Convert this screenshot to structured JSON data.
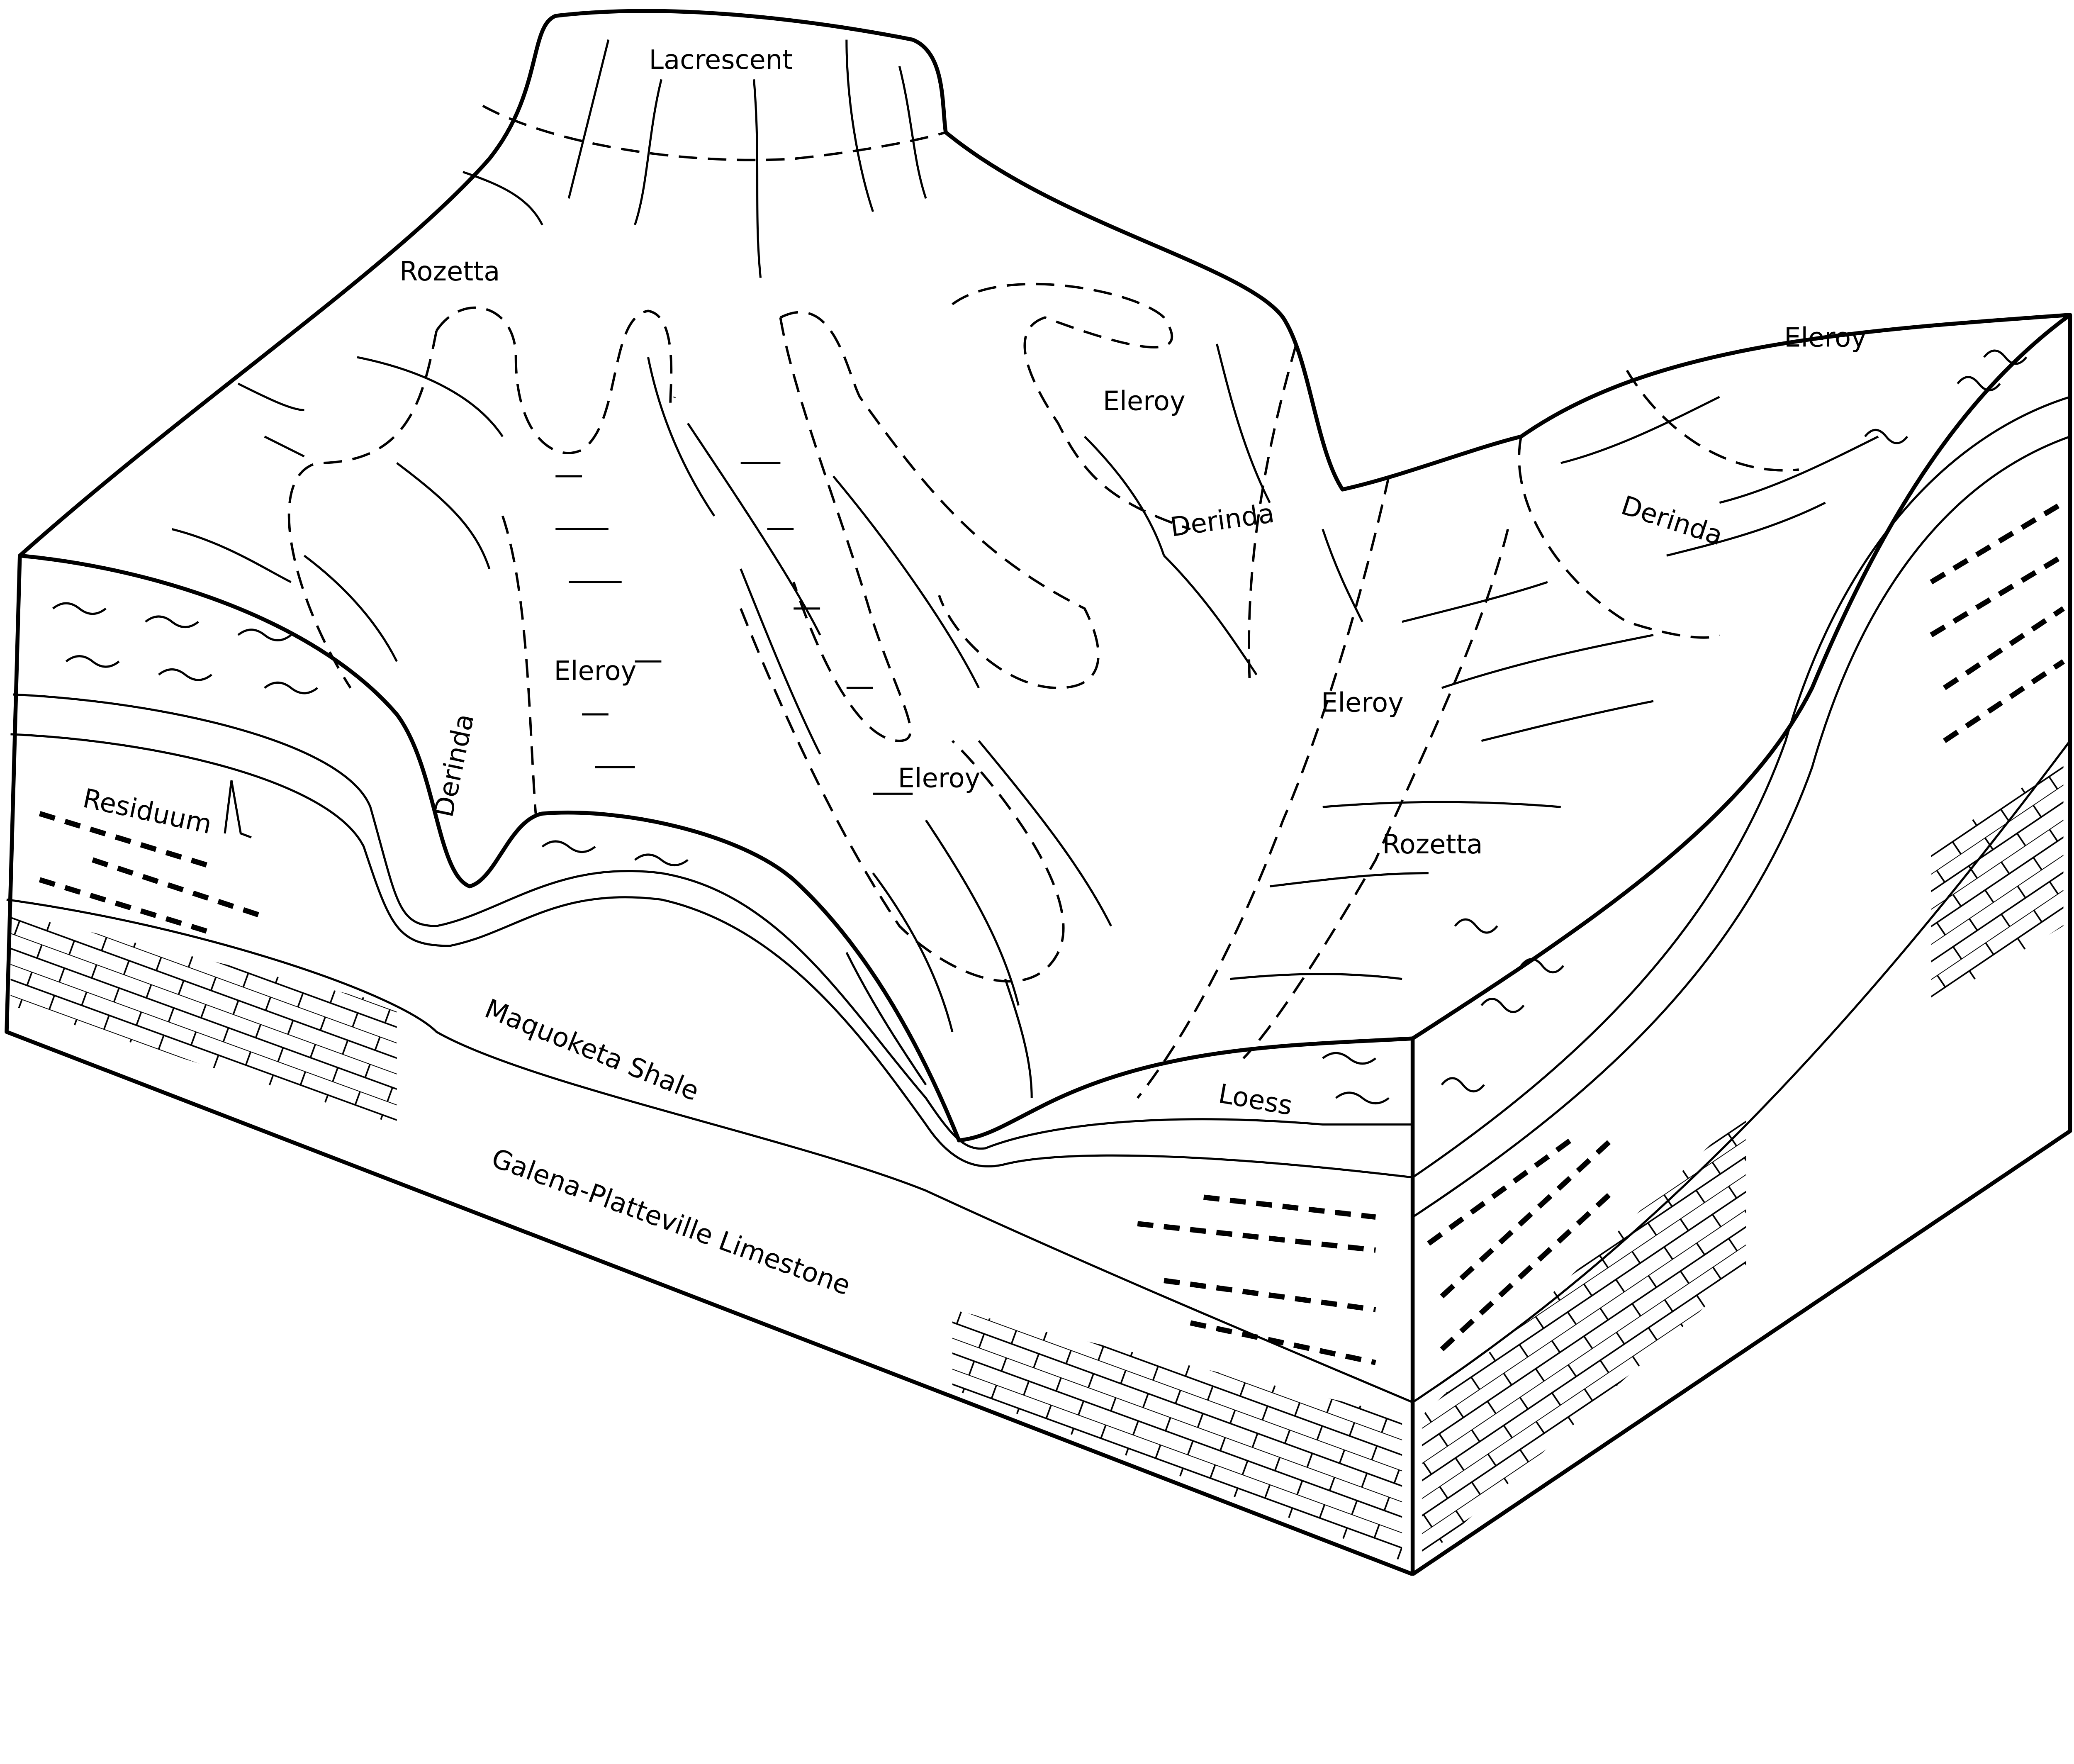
{
  "diagram": {
    "labels": {
      "lacrescent": "Lacrescent",
      "rozetta_upper": "Rozetta",
      "rozetta_lower": "Rozetta",
      "eleroy_right_top": "Eleroy",
      "eleroy_center_top": "Eleroy",
      "eleroy_left": "Eleroy",
      "eleroy_center": "Eleroy",
      "eleroy_right": "Eleroy",
      "derinda_center": "Derinda",
      "derinda_right": "Derinda",
      "derinda_left": "Derinda",
      "residuum": "Residuum",
      "maquoketa": "Maquoketa Shale",
      "galena": "Galena-Platteville Limestone",
      "loess": "Loess"
    },
    "colors": {
      "ink": "#000000",
      "background": "#ffffff"
    }
  }
}
